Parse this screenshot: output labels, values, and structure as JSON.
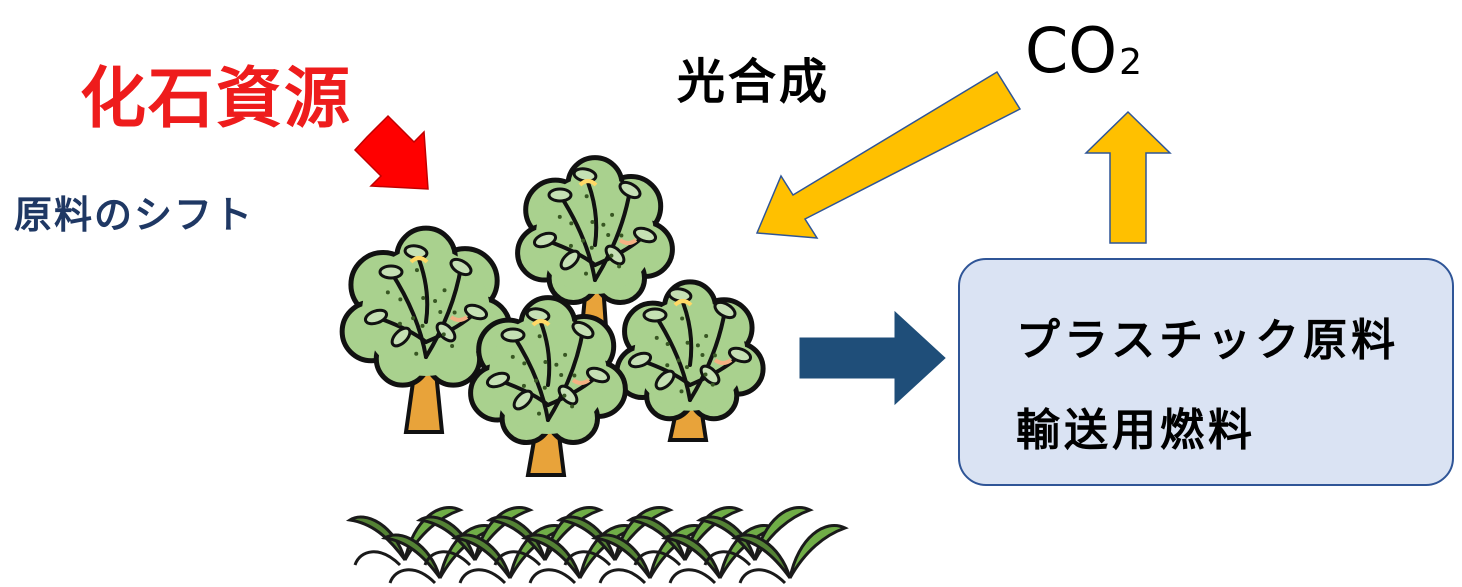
{
  "labels": {
    "fossil_resources": "化石資源",
    "raw_material_shift": "原料のシフト",
    "photosynthesis": "光合成",
    "co2_main": "CO",
    "co2_subscript": "2"
  },
  "product_box": {
    "line1": "プラスチック原料",
    "line2": "輸送用燃料"
  },
  "colors": {
    "fossil_text": "#ee1c1c",
    "shift_text": "#1f3864",
    "red_arrow": "#ff0000",
    "orange_arrow": "#ffc000",
    "navy_arrow": "#1f4e79",
    "box_fill": "#dae3f3",
    "box_border": "#2f5597",
    "tree_foliage": "#a9d18e",
    "tree_trunk": "#e8a33a",
    "crop_leaf": "#548235"
  },
  "icons": [
    "red-arrow-icon",
    "orange-arrow-icon",
    "navy-arrow-icon",
    "tree-icon",
    "crop-icon"
  ]
}
